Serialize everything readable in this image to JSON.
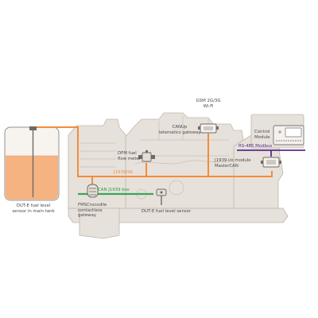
{
  "colors": {
    "engine": "#e7e1db",
    "engine_stroke": "#b7aea6",
    "tank_fluid": "#f4b380",
    "orange_bus": "#f28c3a",
    "green_bus": "#3aa655",
    "purple_bus": "#5b2c8a",
    "device": "#8a8580"
  },
  "labels": {
    "gsm": [
      "GSM 2G/3G",
      "Wi-Fi"
    ],
    "canup": [
      "CANUp",
      "telematics gateway"
    ],
    "control": [
      "Control",
      "Module"
    ],
    "rs485": "RS-485 Modbus",
    "dfm": [
      "DFM fuel",
      "flow meter"
    ],
    "j1939_module": [
      "J1939 i/o module",
      "MasterCAN"
    ],
    "j1939_bus": "J1939/S6",
    "can_bus": "CAN J1939 bus",
    "tank_sensor": [
      "DUT-E fuel level",
      "sensor in main tank"
    ],
    "fms": [
      "FMSCrocodile",
      "contactless",
      "gateway"
    ],
    "dut_sensor": "DUT-E fuel level sensor"
  }
}
